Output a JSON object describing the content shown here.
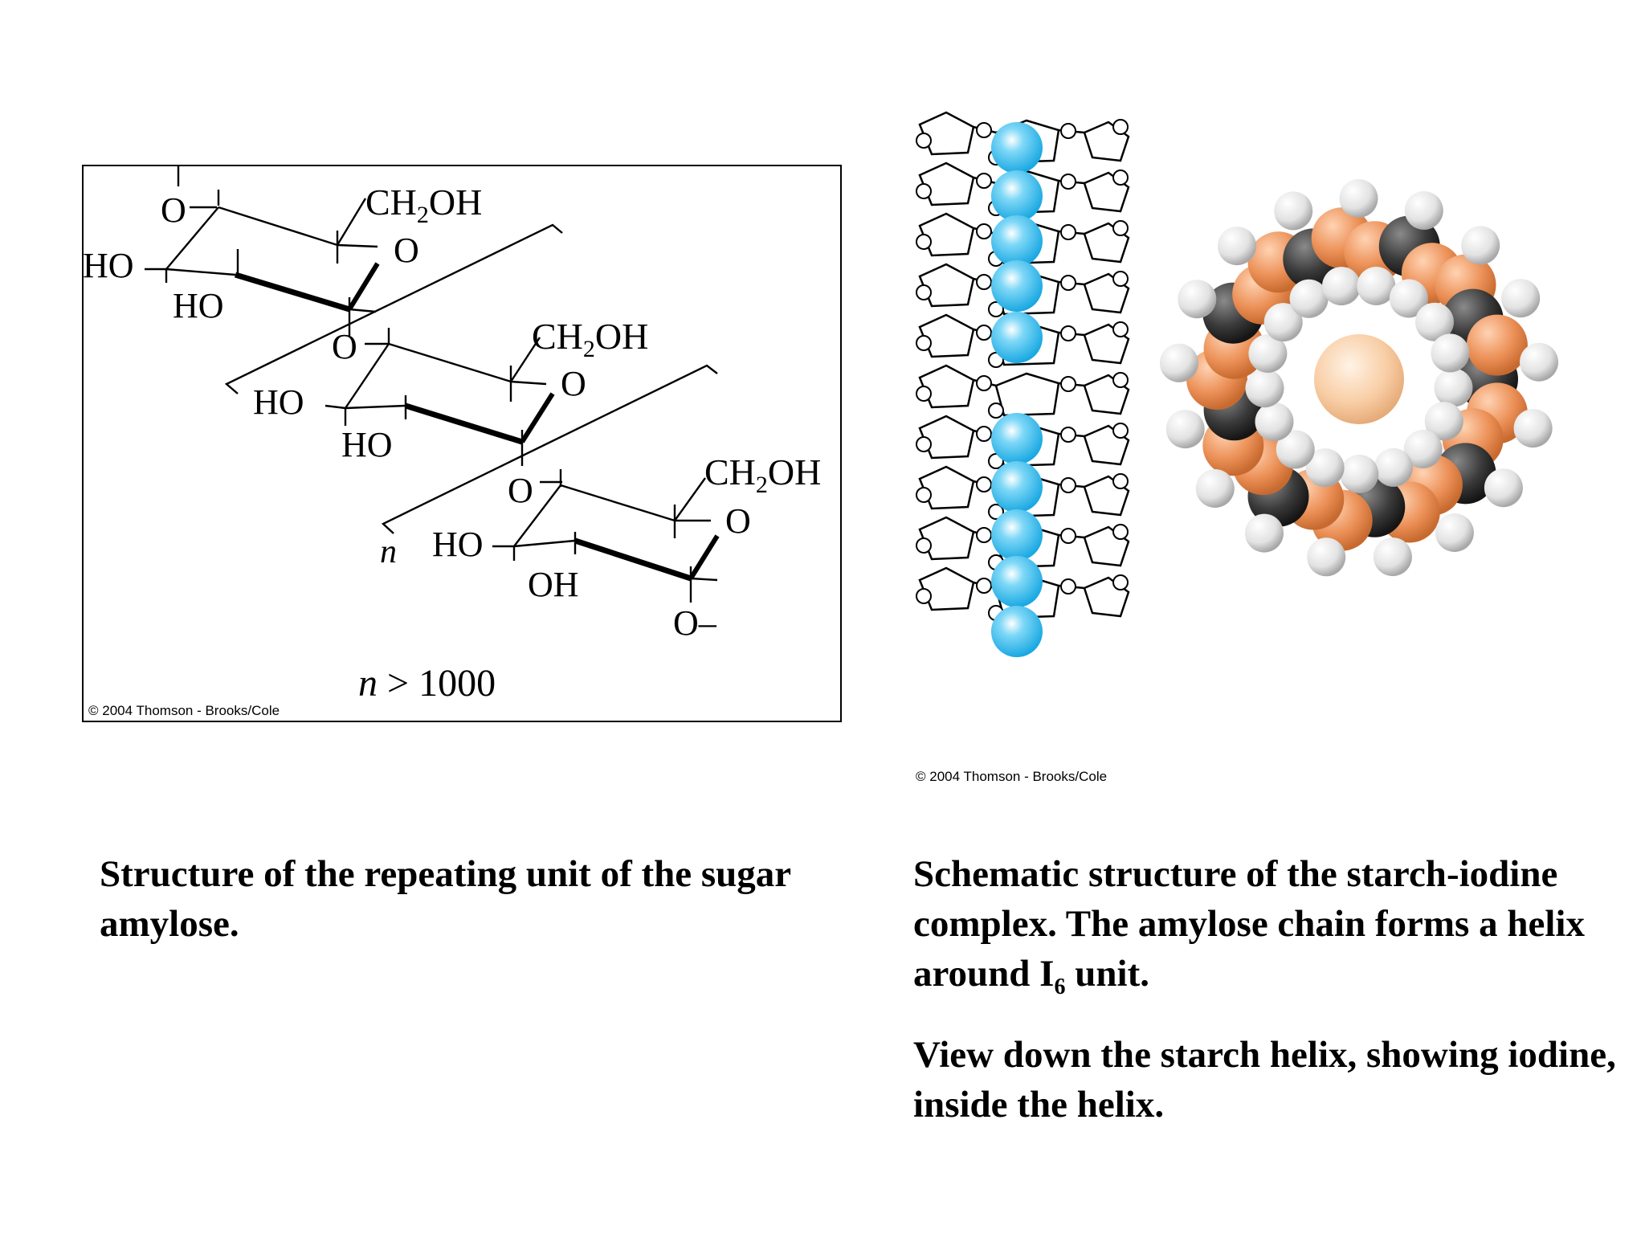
{
  "left_panel": {
    "labels": {
      "o_top": "O",
      "ch2oh": "CH₂OH",
      "ring_o": "O",
      "ho": "HO",
      "oh": "OH",
      "o_bottom": "O–",
      "n": "n"
    },
    "n_condition": "n > 1000",
    "credit": "© 2004 Thomson - Brooks/Cole"
  },
  "right_panel": {
    "credit": "© 2004 Thomson - Brooks/Cole"
  },
  "captions": {
    "left": "Structure of the repeating unit of the sugar amylose.",
    "right_part1": "Schematic structure of the starch-iodine complex. The amylose chain forms a helix around I",
    "right_subscript": "6",
    "right_part2": " unit.",
    "right_2": "View down the starch helix, showing iodine, inside the helix."
  },
  "colors": {
    "iodine_chain": "#1fb3e8",
    "oxygen": "#e8925a",
    "carbon": "#3a3a3a",
    "hydrogen": "#e4e4e4",
    "iodine_center": "#f6c89e"
  }
}
